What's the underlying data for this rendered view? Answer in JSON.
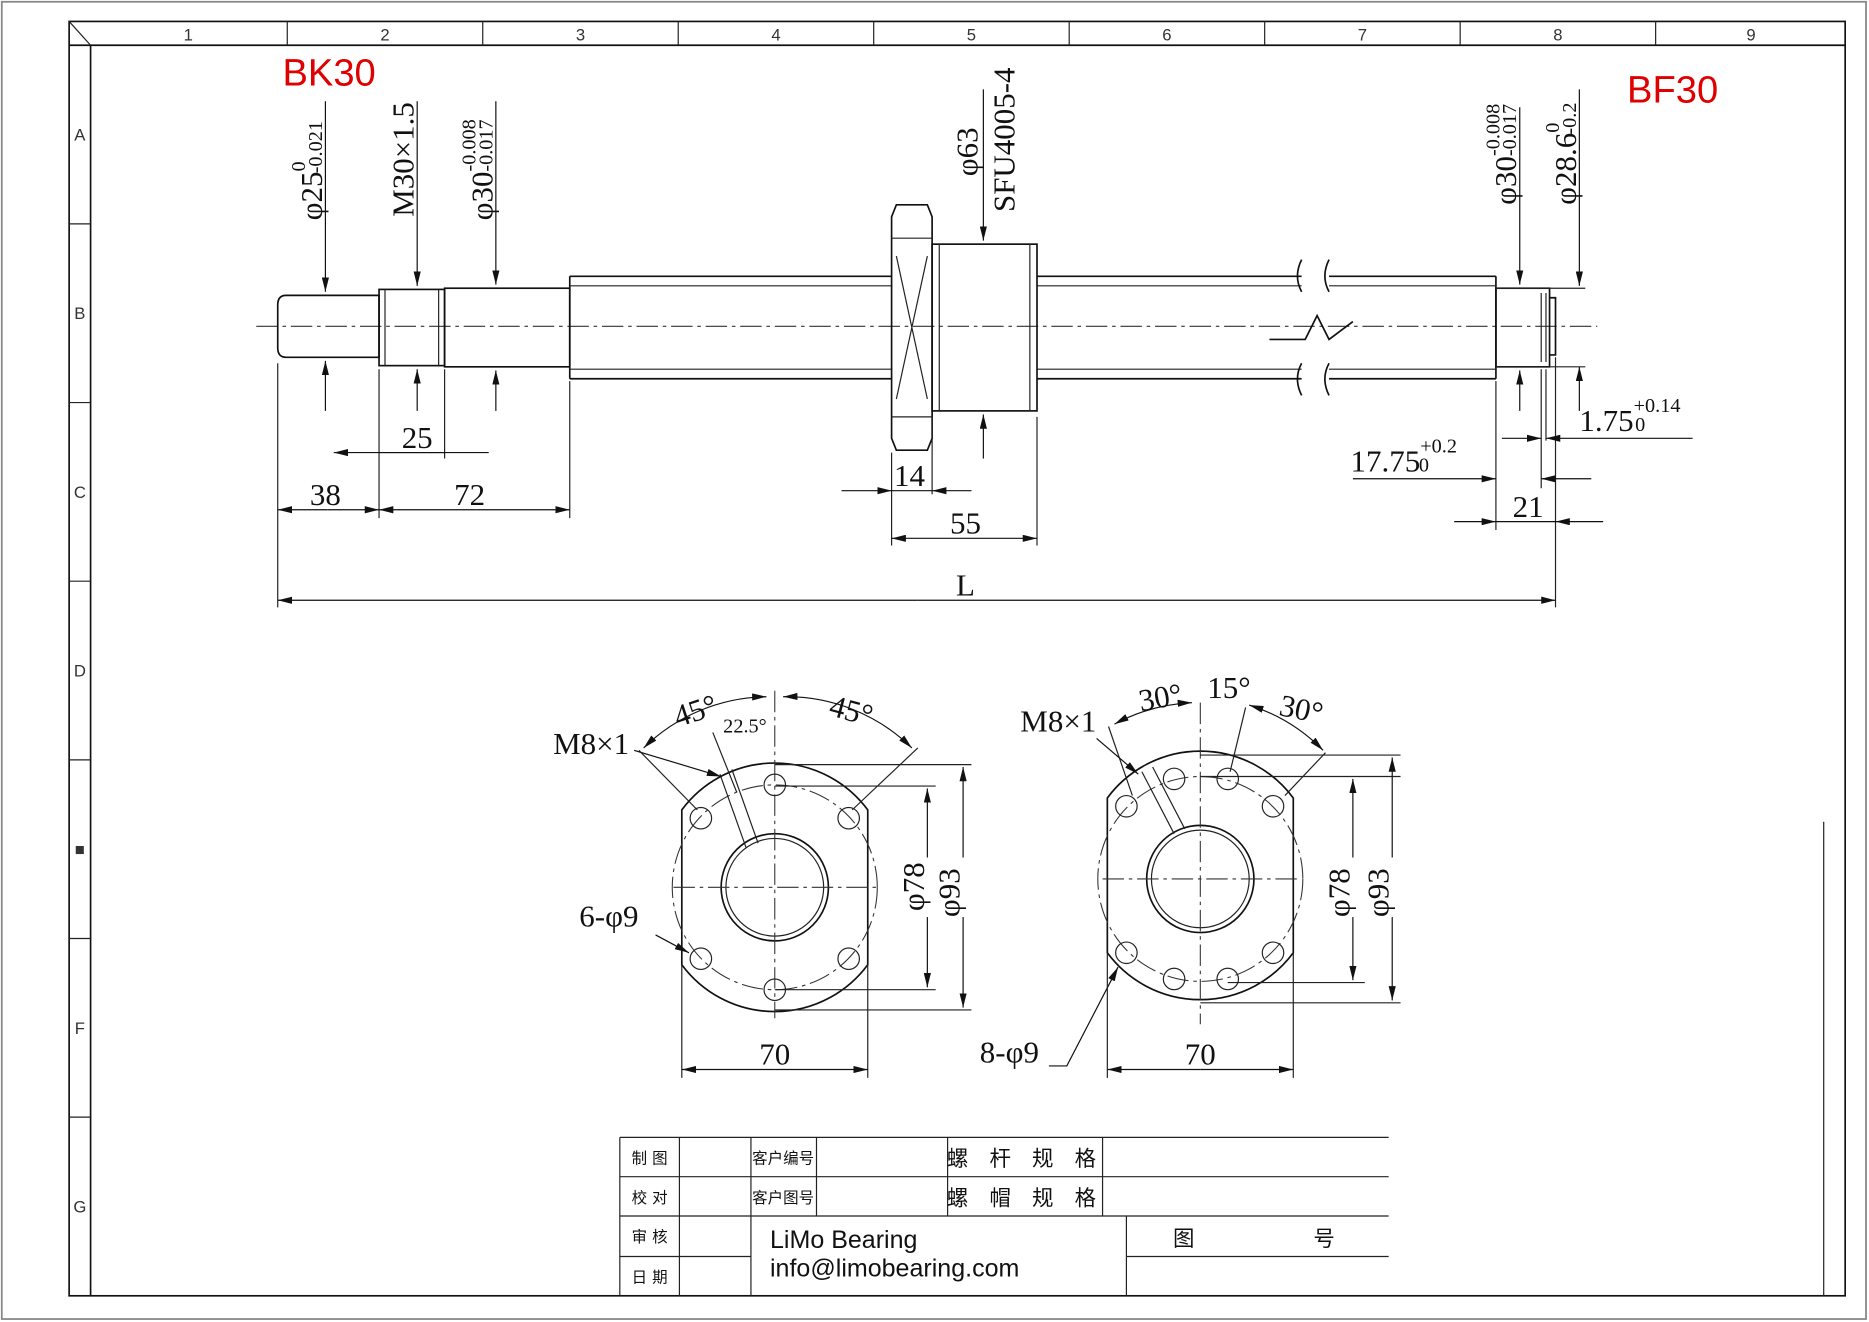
{
  "frame": {
    "columns": [
      "1",
      "2",
      "3",
      "4",
      "5",
      "6",
      "7",
      "8",
      "9"
    ],
    "rows": [
      "A",
      "B",
      "C",
      "D",
      "■",
      "F",
      "G"
    ]
  },
  "labels": {
    "left_bearing": "BK30",
    "right_bearing": "BF30"
  },
  "colors": {
    "label_red": "#e00000",
    "line": "#111111"
  },
  "shaft_dims": {
    "d25": "φ25",
    "d25_upper": "0",
    "d25_lower": "-0.021",
    "thread": "M30×1.5",
    "d30_left": "φ30",
    "d30_left_upper": "-0.008",
    "d30_left_lower": "-0.017",
    "nut_dia": "φ63",
    "nut_model": "SFU4005-4",
    "d30_right": "φ30",
    "d30_right_upper": "-0.008",
    "d30_right_lower": "-0.017",
    "d28": "φ28.6",
    "d28_upper": "0",
    "d28_lower": "-0.2",
    "len_25": "25",
    "len_38": "38",
    "len_72": "72",
    "len_14": "14",
    "len_55": "55",
    "len_L": "L",
    "len_1775": "17.75",
    "len_1775_upper": "+0.2",
    "len_1775_lower": "0",
    "len_175": "1.75",
    "len_175_upper": "+0.14",
    "len_175_lower": "0",
    "len_21": "21"
  },
  "flange_left": {
    "angle1": "45°",
    "angle2": "45°",
    "angle3": "22.5°",
    "thread": "M8×1",
    "holes": "6-φ9",
    "d78": "φ78",
    "d93": "φ93",
    "width": "70"
  },
  "flange_right": {
    "angle1": "30°",
    "angle2": "15°",
    "angle3": "30°",
    "thread": "M8×1",
    "holes": "8-φ9",
    "d78": "φ78",
    "d93": "φ93",
    "width": "70"
  },
  "title_block": {
    "drawn": "制 图",
    "checked": "校 对",
    "reviewed": "审 核",
    "date": "日 期",
    "customer_no": "客户编号",
    "customer_drawing": "客户图号",
    "screw_spec": "螺 杆 规 格",
    "nut_spec": "螺 帽 规 格",
    "company": "LiMo Bearing",
    "email": "info@limobearing.com",
    "drawing_no": "图        号"
  }
}
